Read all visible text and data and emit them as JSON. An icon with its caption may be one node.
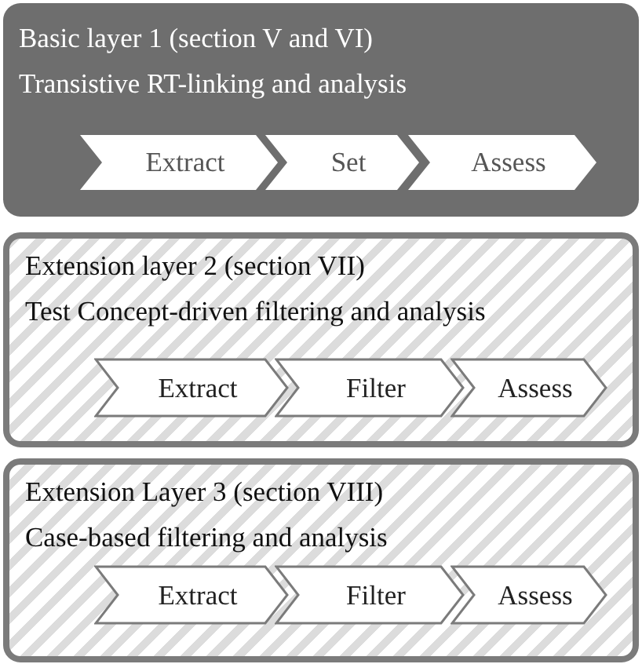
{
  "diagram": {
    "nodes": [
      {
        "text": [
          "Basic layer 1 (section V and VI)",
          "Transistive RT-linking and analysis"
        ]
      },
      {
        "text": [
          "Extract"
        ],
        "in": 0
      },
      {
        "text": [
          "Set"
        ],
        "in": 0
      },
      {
        "text": [
          "Assess"
        ],
        "in": 0
      },
      {
        "text": [
          "Extension layer 2 (section VII)",
          "Test Concept-driven filtering and analysis"
        ]
      },
      {
        "text": [
          "Extract"
        ],
        "in": 4
      },
      {
        "text": [
          "Filter"
        ],
        "in": 4
      },
      {
        "text": [
          "Assess"
        ],
        "in": 4
      },
      {
        "text": [
          "Extension Layer 3 (section VIII)",
          "Case-based filtering and analysis"
        ]
      },
      {
        "text": [
          "Extract"
        ],
        "in": 8
      },
      {
        "text": [
          "Filter"
        ],
        "in": 8
      },
      {
        "text": [
          "Assess"
        ],
        "in": 8
      }
    ]
  }
}
